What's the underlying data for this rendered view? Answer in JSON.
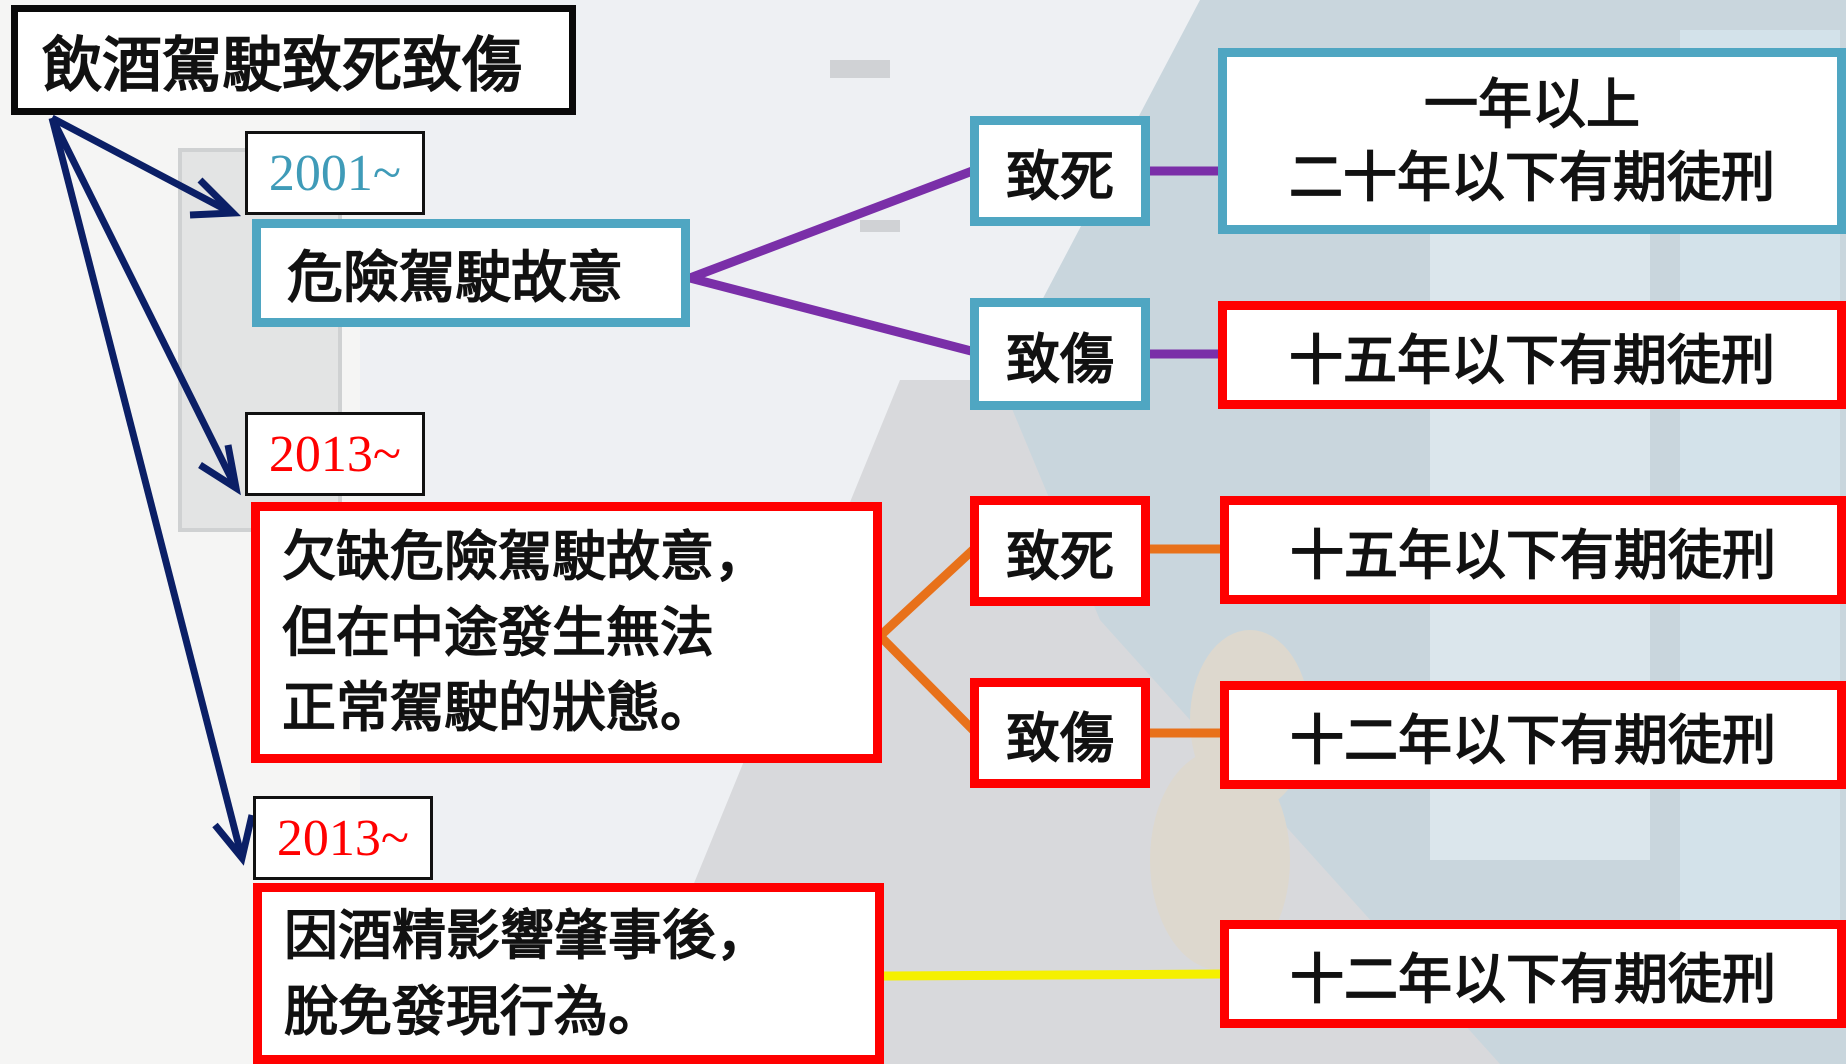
{
  "title": "飲酒駕駛致死致傷",
  "colors": {
    "dark_blue": "#0b1f66",
    "purple": "#7a2fa8",
    "orange": "#e8711a",
    "yellow": "#f5f000",
    "blue_border": "#4fa6c2",
    "red_border": "#ff0000"
  },
  "branches": [
    {
      "year": "2001~",
      "year_color": "#3f9bb8",
      "category": "危險駕駛故意",
      "outcomes": [
        {
          "label": "致死",
          "penalty": "一年以上\n二十年以下有期徒刑"
        },
        {
          "label": "致傷",
          "penalty": "十五年以下有期徒刑"
        }
      ]
    },
    {
      "year": "2013~",
      "year_color": "#ff0000",
      "category": "欠缺危險駕駛故意，\n但在中途發生無法\n正常駕駛的狀態。",
      "outcomes": [
        {
          "label": "致死",
          "penalty": "十五年以下有期徒刑"
        },
        {
          "label": "致傷",
          "penalty": "十二年以下有期徒刑"
        }
      ]
    },
    {
      "year": "2013~",
      "year_color": "#ff0000",
      "category": "因酒精影響肇事後，\n脫免發現行為。",
      "outcomes": [
        {
          "penalty": "十二年以下有期徒刑"
        }
      ]
    }
  ]
}
